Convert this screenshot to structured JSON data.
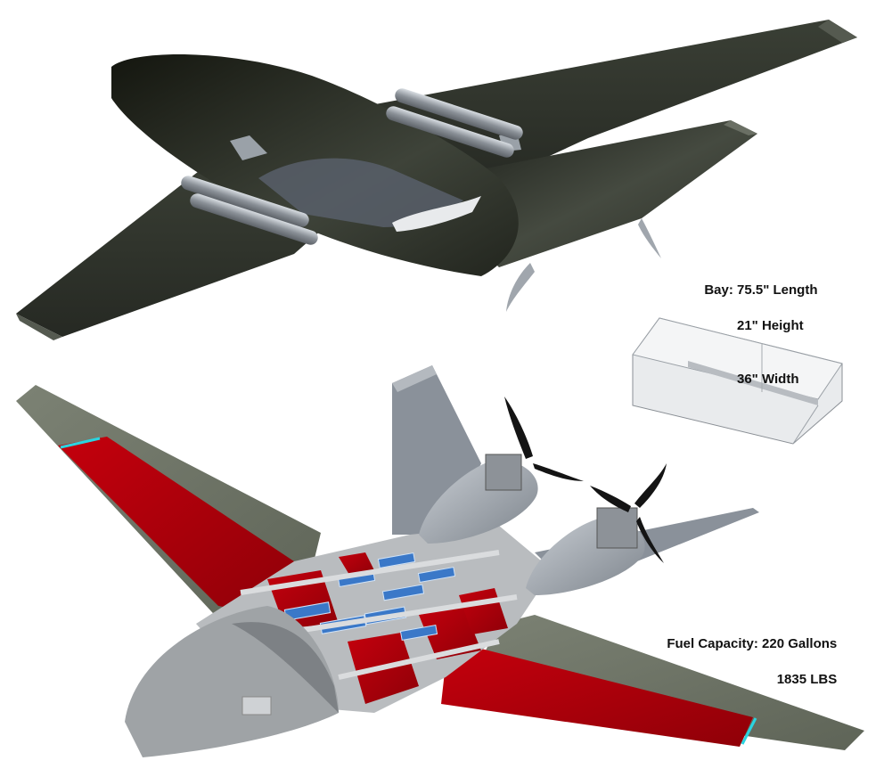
{
  "bay": {
    "line1": "Bay: 75.5\" Length",
    "line2": "21\" Height",
    "line3": "36\" Width"
  },
  "fuel": {
    "line1": "Fuel Capacity: 220 Gallons",
    "line2": "1835 LBS"
  },
  "colors": {
    "airframe_exterior": "#3b4036",
    "fuel_tank": "#b8000a",
    "structure": "#c8c8c8",
    "nacelle": "#a9b0b8",
    "battery_cells": "#3a78c8",
    "wingtip_accent": "#2ad4e0"
  }
}
